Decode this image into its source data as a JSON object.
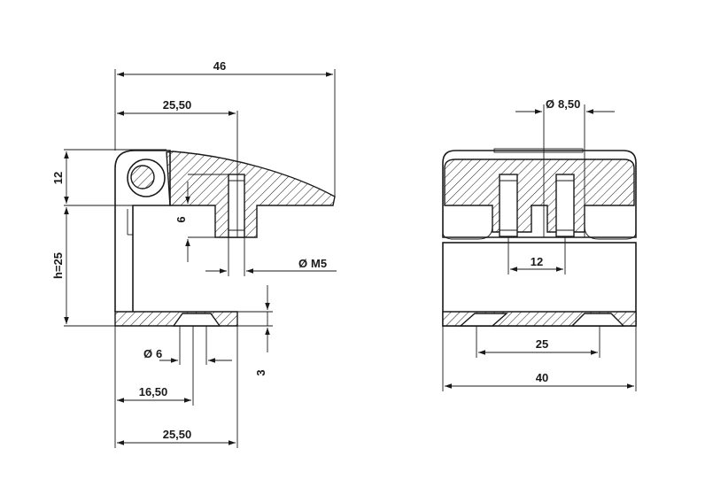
{
  "side_view": {
    "dims": {
      "overall_width": "46",
      "clip_depth": "25,50",
      "head_height": "12",
      "body_height": "h=25",
      "insert_depth": "6",
      "thread": "M5",
      "hole_dia": "6",
      "hole_pos": "16,50",
      "base_width": "25,50",
      "base_thickness": "3"
    }
  },
  "front_view": {
    "dims": {
      "bore_dia": "8,50",
      "insert_spacing": "12",
      "foot_spacing": "25",
      "overall_width": "40"
    }
  },
  "symbols": {
    "diameter": "Ø"
  }
}
